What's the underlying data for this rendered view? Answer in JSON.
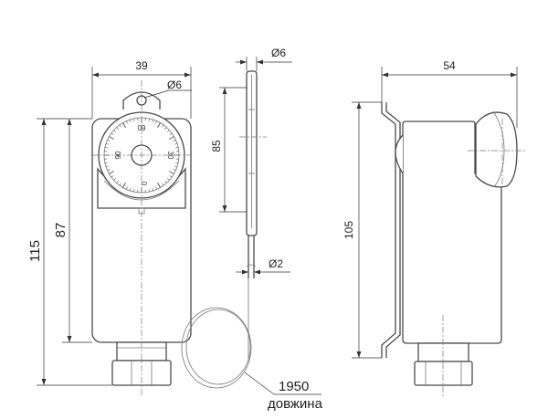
{
  "dimensions": {
    "front_width": "39",
    "hole_diameter": "Ø6",
    "total_height": "115",
    "body_height": "87",
    "bulb_diameter": "Ø6",
    "bulb_length": "85",
    "capillary_diameter": "Ø2",
    "capillary_length": "1950",
    "capillary_length_caption": "довжина",
    "side_depth": "54",
    "bracket_height": "105"
  },
  "dial": {
    "top": "09",
    "left": "06",
    "right": "30",
    "bottom": "0"
  }
}
